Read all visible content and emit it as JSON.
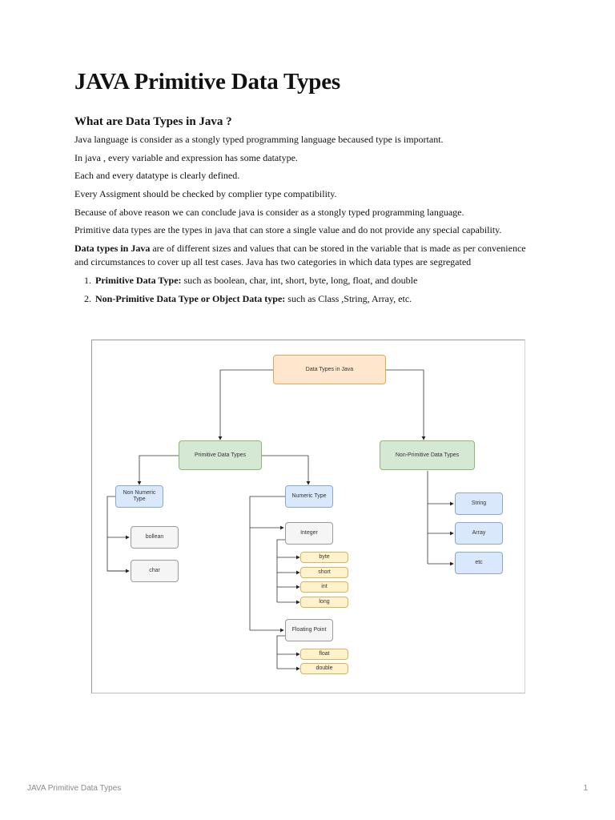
{
  "title": "JAVA Primitive Data Types",
  "section_heading": "What are Data Types in Java ?",
  "paragraphs": [
    "Java language is consider as a stongly typed programming language becaused type is important.",
    "In java , every variable and expression has some datatype.",
    "Each and every datatype is clearly defined.",
    "Every Assigment should be checked by complier type compatibility.",
    "Because of above reason we can conclude java is consider as a stongly typed programming language.",
    "Primitive data types are the types in java that can store a single value and do not provide any special capability."
  ],
  "intro_bold": "Data types in Java",
  "intro_rest": " are of different sizes and values that can be stored in the variable that is made as per convenience and circumstances to cover up all test cases. Java has two categories in which data types are segregated",
  "list": [
    {
      "num": "1.",
      "bold": "Primitive Data Type:",
      "rest": " such as boolean, char, int, short, byte, long, float, and double"
    },
    {
      "num": "2.",
      "bold": "Non-Primitive Data Type or Object Data type:",
      "rest": " such as Class ,String, Array, etc."
    }
  ],
  "diagram": {
    "root": "Data Types in Java",
    "primitive": "Primitive Data Types",
    "non_primitive": "Non-Primitive Data Types",
    "non_numeric": "Non Numeric Type",
    "numeric": "Numeric Type",
    "boolean": "bollean",
    "char": "char",
    "integer": "Integer",
    "byte": "byte",
    "short": "short",
    "int": "int",
    "long": "long",
    "floating_point": "Floating Point",
    "float": "float",
    "double": "double",
    "string": "String",
    "array": "Array",
    "etc": "etc"
  },
  "footer": {
    "title": "JAVA Primitive Data Types",
    "page": "1"
  }
}
